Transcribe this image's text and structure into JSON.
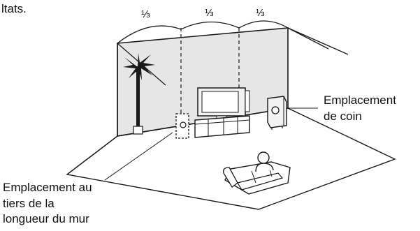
{
  "top_fragment": "ltats.",
  "fractions": [
    "⅓",
    "⅓",
    "⅓"
  ],
  "labels": {
    "corner_line1": "Emplacement",
    "corner_line2": "de coin",
    "third_line1": "Emplacement au",
    "third_line2": "tiers de la",
    "third_line3": "longueur du mur"
  },
  "colors": {
    "wall": "#e6e6e6",
    "line": "#1a1a1a",
    "plant": "#1a1a1a"
  },
  "icons": [
    "palm-plant-icon",
    "tv-icon",
    "tv-stand-icon",
    "subwoofer-icon",
    "sofa-icon",
    "person-icon"
  ]
}
